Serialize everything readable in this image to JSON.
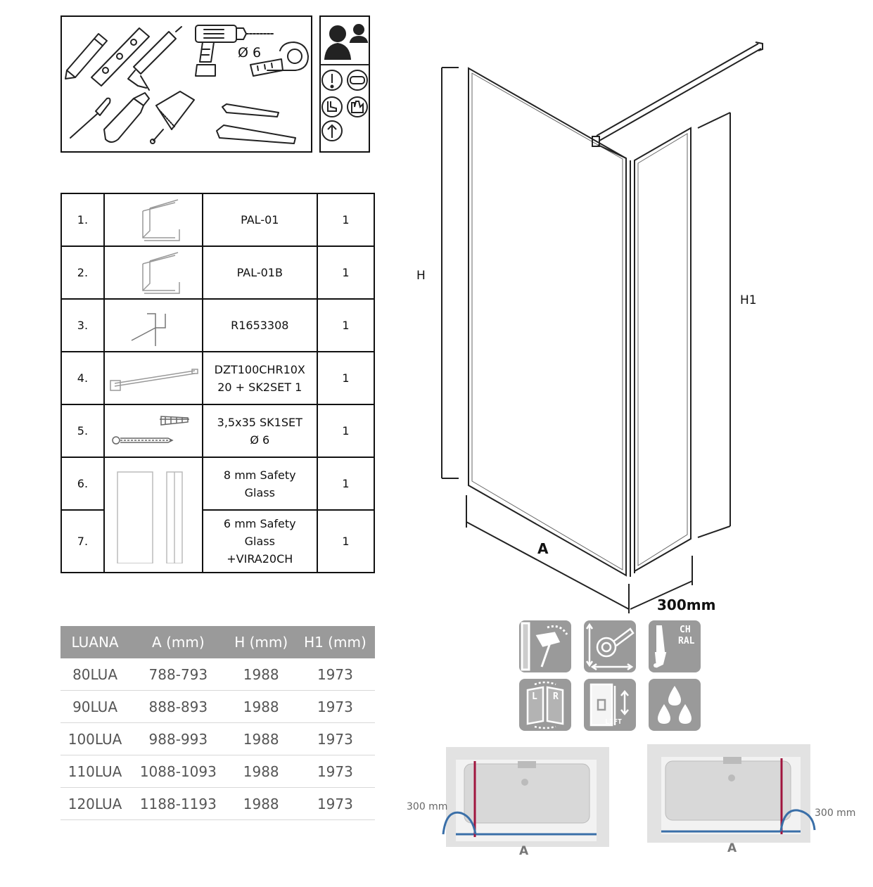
{
  "tools": {
    "drill_diameter": "Ø 6",
    "icons": [
      "pencil-icon",
      "spirit-level-icon",
      "caulking-gun-icon",
      "drill-icon",
      "tape-measure-icon",
      "screwdriver-icon",
      "utility-knife-icon",
      "hacksaw-icon",
      "hex-key-icon"
    ],
    "safety_icons": [
      "two-installers-icon",
      "warning-icon",
      "goggles-icon",
      "boots-icon",
      "gloves-icon",
      "lifting-icon"
    ]
  },
  "parts": [
    {
      "num": "1.",
      "code_lines": [
        "PAL-01"
      ],
      "qty": "1"
    },
    {
      "num": "2.",
      "code_lines": [
        "PAL-01B"
      ],
      "qty": "1"
    },
    {
      "num": "3.",
      "code_lines": [
        "R1653308"
      ],
      "qty": "1"
    },
    {
      "num": "4.",
      "code_lines": [
        "DZT100CHR10X",
        "20 + SK2SET 1"
      ],
      "qty": "1"
    },
    {
      "num": "5.",
      "code_lines": [
        "3,5x35 SK1SET",
        "Ø 6"
      ],
      "qty": "1"
    },
    {
      "num": "6.",
      "code_lines": [
        "8 mm Safety",
        "Glass"
      ],
      "qty": "1"
    },
    {
      "num": "7.",
      "code_lines": [
        "6 mm Safety",
        "Glass",
        "+VIRA20CH"
      ],
      "qty": "1"
    }
  ],
  "sizes": {
    "headers": [
      "LUANA",
      "A (mm)",
      "H (mm)",
      "H1 (mm)"
    ],
    "rows": [
      [
        "80LUA",
        "788-793",
        "1988",
        "1973"
      ],
      [
        "90LUA",
        "888-893",
        "1988",
        "1973"
      ],
      [
        "100LUA",
        "988-993",
        "1988",
        "1973"
      ],
      [
        "110LUA",
        "1088-1093",
        "1988",
        "1973"
      ],
      [
        "120LUA",
        "1188-1193",
        "1988",
        "1973"
      ]
    ]
  },
  "dimensions": {
    "h": "H",
    "h1": "H1",
    "a": "A",
    "depth": "300mm"
  },
  "feature_icons": {
    "row1": [
      "hammer-drill-icon",
      "tape-measure-icon",
      "paint-brush-icon"
    ],
    "paint_text": [
      "CH",
      "RAL"
    ],
    "row2": [
      "reversible-lr-icon",
      "lift-door-icon",
      "water-drops-icon"
    ],
    "lift_text": "LIFT",
    "rev_left": "L",
    "rev_right": "R"
  },
  "installation": {
    "left_label": "300 mm",
    "left_a": "A",
    "right_label": "300 mm",
    "right_a": "A"
  },
  "colors": {
    "line": "#111111",
    "header_gray": "#9a9a9a",
    "marker_red": "#a0153e",
    "floor_blue": "#3a6fa8"
  }
}
